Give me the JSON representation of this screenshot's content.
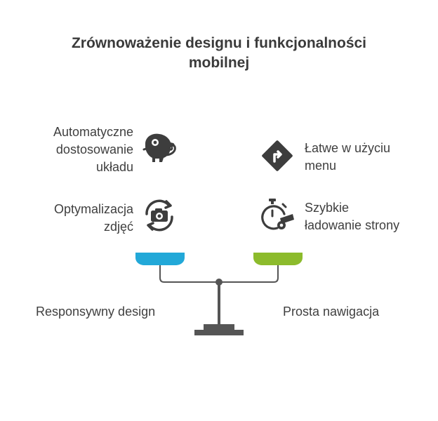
{
  "title": {
    "line1": "Zrównoważenie designu i funkcjonalności",
    "line2": "mobilnej"
  },
  "left_side": {
    "items": [
      {
        "lines": [
          "Automatyczne",
          "dostosowanie",
          "układu"
        ],
        "icon": "chameleon-icon"
      },
      {
        "lines": [
          "Optymalizacja",
          "zdjęć"
        ],
        "icon": "camera-rotate-icon"
      }
    ],
    "pan_color": "#22a8d8",
    "label": "Responsywny design"
  },
  "right_side": {
    "items": [
      {
        "lines": [
          "Łatwe w użyciu",
          "menu"
        ],
        "icon": "direction-sign-icon"
      },
      {
        "lines": [
          "Szybkie",
          "ładowanie strony"
        ],
        "icon": "stopwatch-cannon-icon"
      }
    ],
    "pan_color": "#8cbb2c",
    "label": "Prosta nawigacja"
  },
  "colors": {
    "beam": "#555555",
    "text": "#3a3a3a"
  }
}
